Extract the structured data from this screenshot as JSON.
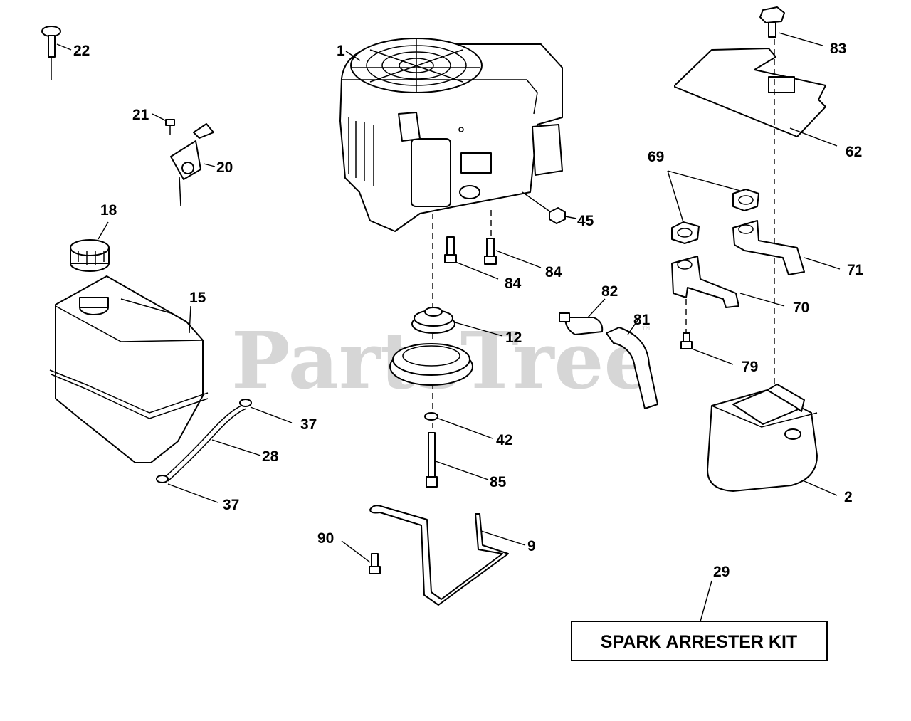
{
  "watermark": {
    "text": "PartsTree",
    "trademark": "™"
  },
  "kit_box": {
    "label": "SPARK ARRESTER KIT"
  },
  "callouts": [
    {
      "id": "engine",
      "text": "1"
    },
    {
      "id": "muffler",
      "text": "2"
    },
    {
      "id": "bracket",
      "text": "9"
    },
    {
      "id": "pulley",
      "text": "12"
    },
    {
      "id": "tank",
      "text": "15"
    },
    {
      "id": "cap",
      "text": "18"
    },
    {
      "id": "choke",
      "text": "20"
    },
    {
      "id": "screw21",
      "text": "21"
    },
    {
      "id": "dipstick",
      "text": "22"
    },
    {
      "id": "fuel-line",
      "text": "28"
    },
    {
      "id": "kit",
      "text": "29"
    },
    {
      "id": "clamp-upper",
      "text": "37"
    },
    {
      "id": "clamp-lower",
      "text": "37"
    },
    {
      "id": "washer",
      "text": "42"
    },
    {
      "id": "nut",
      "text": "45"
    },
    {
      "id": "heat-shield",
      "text": "62"
    },
    {
      "id": "gaskets",
      "text": "69"
    },
    {
      "id": "pipe70",
      "text": "70"
    },
    {
      "id": "pipe71",
      "text": "71"
    },
    {
      "id": "bolt79",
      "text": "79"
    },
    {
      "id": "hose",
      "text": "81"
    },
    {
      "id": "fitting",
      "text": "82"
    },
    {
      "id": "knob",
      "text": "83"
    },
    {
      "id": "bolt84a",
      "text": "84"
    },
    {
      "id": "bolt84b",
      "text": "84"
    },
    {
      "id": "bolt85",
      "text": "85"
    },
    {
      "id": "bolt90",
      "text": "90"
    }
  ]
}
